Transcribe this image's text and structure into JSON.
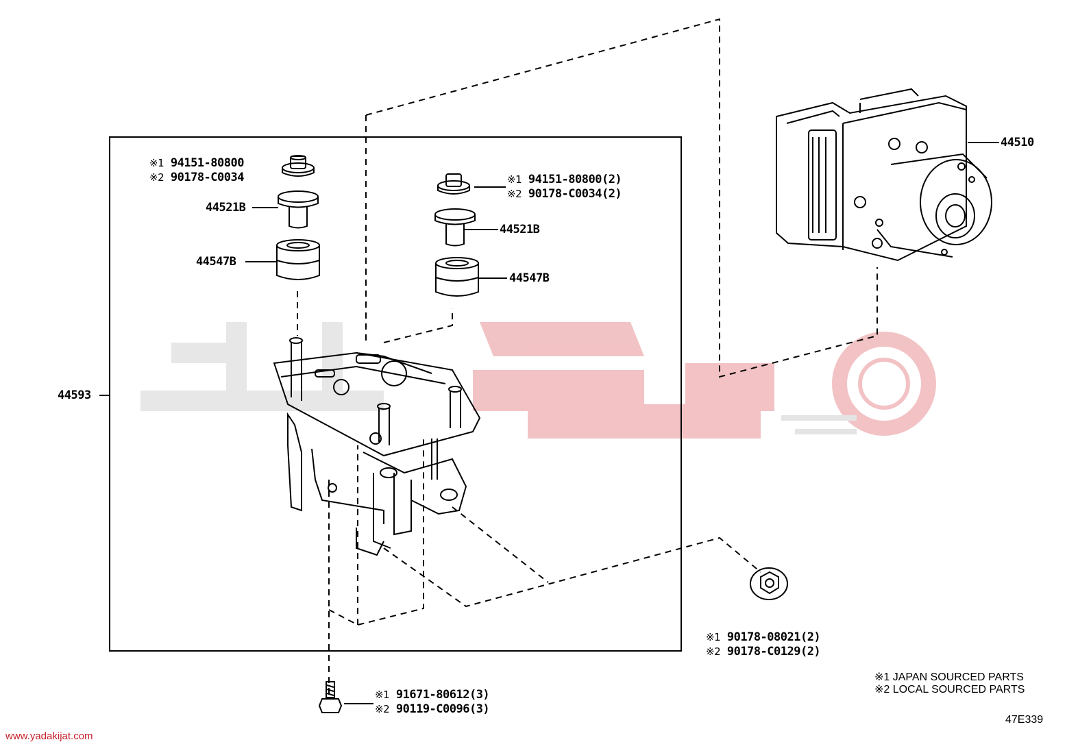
{
  "accent_colors": {
    "watermark": "#d9242e",
    "watermark_gray": "#d7d7d7",
    "line": "#000000"
  },
  "watermark_logo": {
    "text": "یدکی جات"
  },
  "labels": {
    "abs_actuator": "44510",
    "bracket": "44593",
    "bushing_left": "44521B",
    "grommet_left": "44547B",
    "bushing_right": "44521B",
    "grommet_right": "44547B",
    "collar_left_1": "94151-80800",
    "collar_left_2": "90178-C0034",
    "collar_right_1": "94151-80800(2)",
    "collar_right_2": "90178-C0034(2)",
    "nut_1": "90178-08021(2)",
    "nut_2": "90178-C0129(2)",
    "bolt_1": "91671-80612(3)",
    "bolt_2": "90119-C0096(3)",
    "mark_1": "※1",
    "mark_2": "※2"
  },
  "legend": {
    "line1": "※1 JAPAN SOURCED PARTS",
    "line2": "※2 LOCAL SOURCED PARTS"
  },
  "diagram_code": "47E339",
  "website": "www.yadakijat.com"
}
